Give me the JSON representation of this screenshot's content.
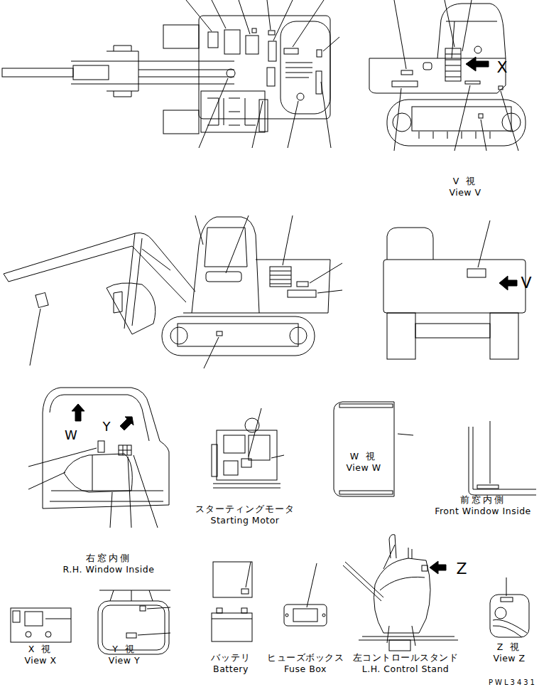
{
  "diagram": {
    "labels": [
      "V 視",
      "View V",
      "V",
      "X",
      "W",
      "Y",
      "スターティングモータ",
      "Starting Motor",
      "W 視",
      "View W",
      "前窓内側",
      "Front Window Inside",
      "右窓内側",
      "R.H. Window Inside",
      "Z",
      "X 視",
      "View X",
      "Y 視",
      "View Y",
      "バッテリ",
      "Battery",
      "ヒューズボックス",
      "Fuse Box",
      "左コントロールスタンド",
      "L.H. Control Stand",
      "Z 視",
      "View Z",
      "PWL3431"
    ]
  }
}
